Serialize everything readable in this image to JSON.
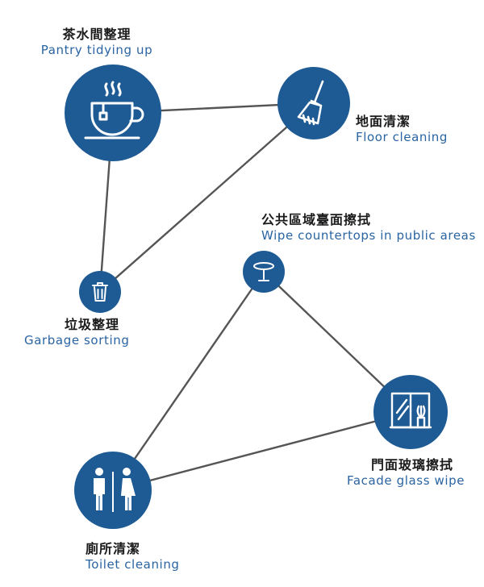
{
  "colors": {
    "node": "#1e5b94",
    "link": "#555555",
    "english": "#2a64a2",
    "chinese": "#1b1b1b"
  },
  "nodes": [
    {
      "id": "pantry",
      "icon": "coffee-cup-icon",
      "zh": "茶水間整理",
      "en": "Pantry tidying up"
    },
    {
      "id": "floor",
      "icon": "broom-icon",
      "zh": "地面清潔",
      "en": "Floor cleaning"
    },
    {
      "id": "garbage",
      "icon": "trash-can-icon",
      "zh": "垃圾整理",
      "en": "Garbage sorting"
    },
    {
      "id": "countertop",
      "icon": "round-table-icon",
      "zh": "公共區域臺面擦拭",
      "en": "Wipe countertops in public areas"
    },
    {
      "id": "glass",
      "icon": "window-plant-icon",
      "zh": "門面玻璃擦拭",
      "en": "Facade glass wipe"
    },
    {
      "id": "toilet",
      "icon": "restroom-icon",
      "zh": "廁所清潔",
      "en": "Toilet cleaning"
    }
  ],
  "links": [
    [
      "pantry",
      "floor"
    ],
    [
      "pantry",
      "garbage"
    ],
    [
      "floor",
      "garbage"
    ],
    [
      "countertop",
      "glass"
    ],
    [
      "countertop",
      "toilet"
    ],
    [
      "glass",
      "toilet"
    ]
  ]
}
